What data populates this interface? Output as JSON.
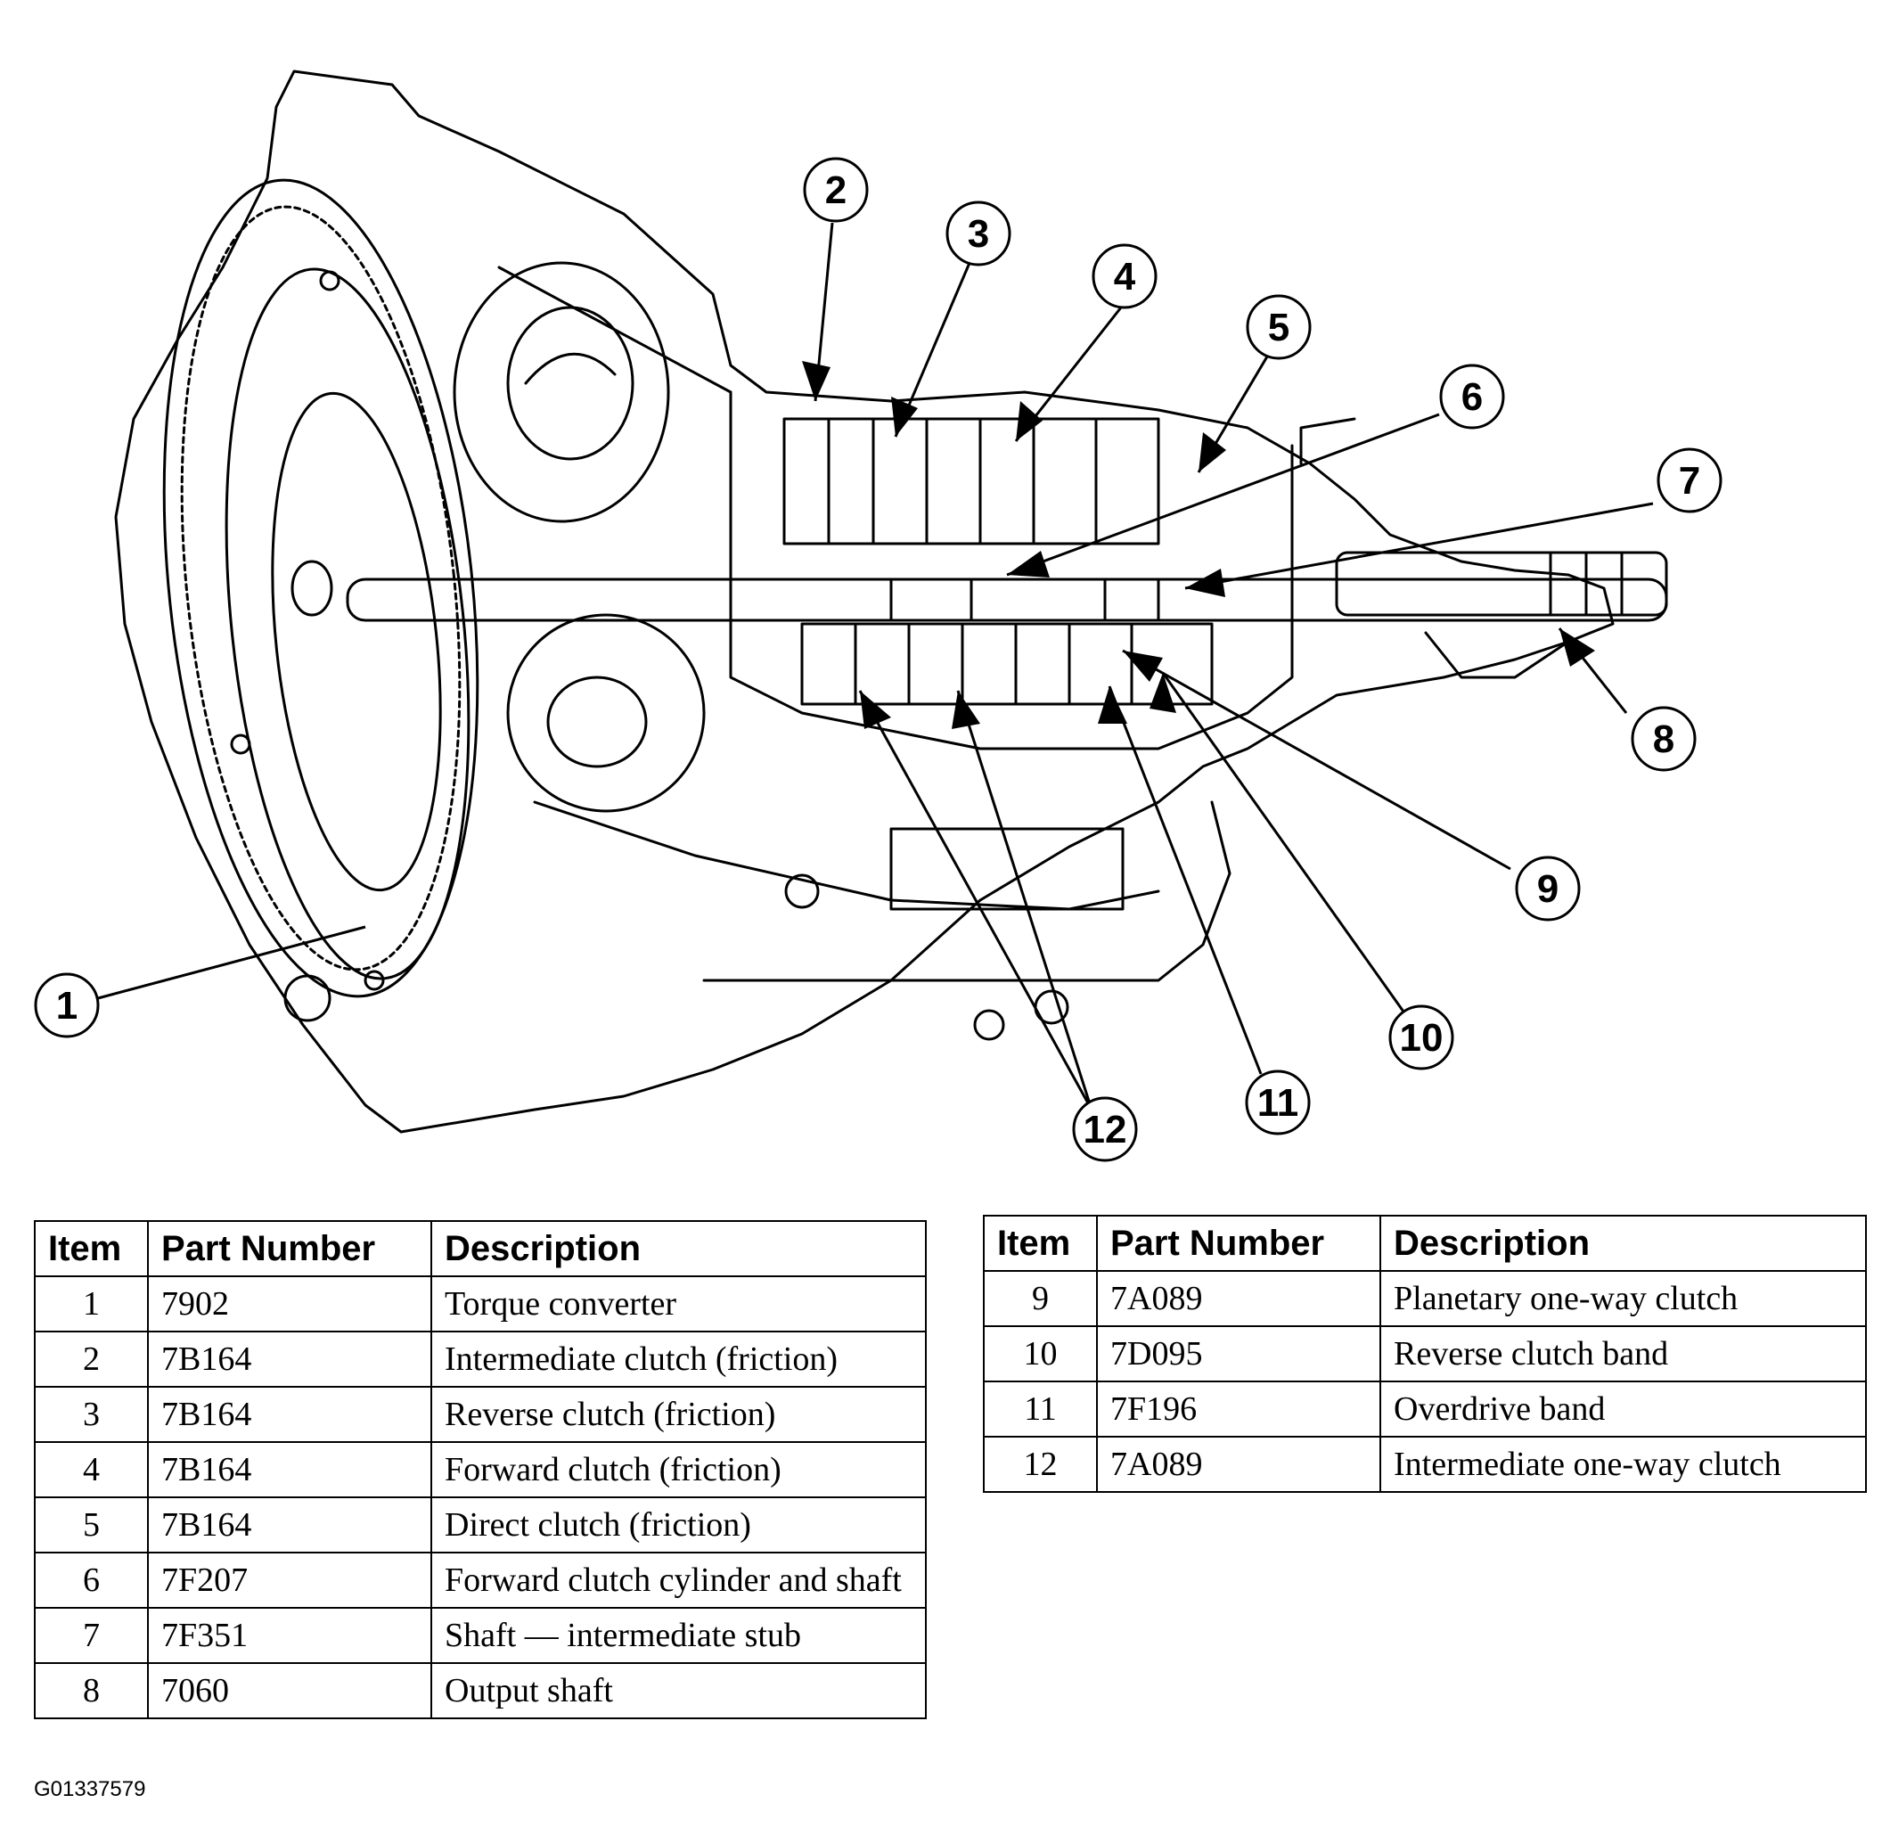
{
  "figure_id": "G01337579",
  "callouts": [
    "1",
    "2",
    "3",
    "4",
    "5",
    "6",
    "7",
    "8",
    "9",
    "10",
    "11",
    "12"
  ],
  "tables": {
    "left": {
      "headers": [
        "Item",
        "Part Number",
        "Description"
      ],
      "rows": [
        {
          "item": "1",
          "part": "7902",
          "desc": "Torque converter"
        },
        {
          "item": "2",
          "part": "7B164",
          "desc": "Intermediate clutch (friction)"
        },
        {
          "item": "3",
          "part": "7B164",
          "desc": "Reverse clutch (friction)"
        },
        {
          "item": "4",
          "part": "7B164",
          "desc": "Forward clutch (friction)"
        },
        {
          "item": "5",
          "part": "7B164",
          "desc": "Direct clutch (friction)"
        },
        {
          "item": "6",
          "part": "7F207",
          "desc": "Forward clutch cylinder and shaft"
        },
        {
          "item": "7",
          "part": "7F351",
          "desc": "Shaft — intermediate stub"
        },
        {
          "item": "8",
          "part": "7060",
          "desc": "Output shaft"
        }
      ]
    },
    "right": {
      "headers": [
        "Item",
        "Part Number",
        "Description"
      ],
      "rows": [
        {
          "item": "9",
          "part": "7A089",
          "desc": "Planetary one-way clutch"
        },
        {
          "item": "10",
          "part": "7D095",
          "desc": "Reverse clutch band"
        },
        {
          "item": "11",
          "part": "7F196",
          "desc": "Overdrive band"
        },
        {
          "item": "12",
          "part": "7A089",
          "desc": "Intermediate one-way clutch"
        }
      ]
    }
  }
}
